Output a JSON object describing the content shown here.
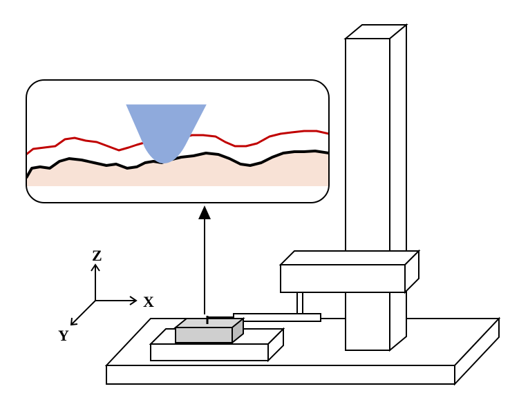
{
  "axes": {
    "z_label": "Z",
    "x_label": "X",
    "y_label": "Y"
  },
  "colors": {
    "profile_trace": "#c00000",
    "surface_line": "#000000",
    "material_fill": "#f8e2d6",
    "stylus_tip": "#8faadc",
    "specimen": "#cfcfcf",
    "outline": "#000000",
    "background": "#ffffff"
  },
  "icons": [
    "stylus-tip-icon",
    "arrow-up-icon"
  ]
}
